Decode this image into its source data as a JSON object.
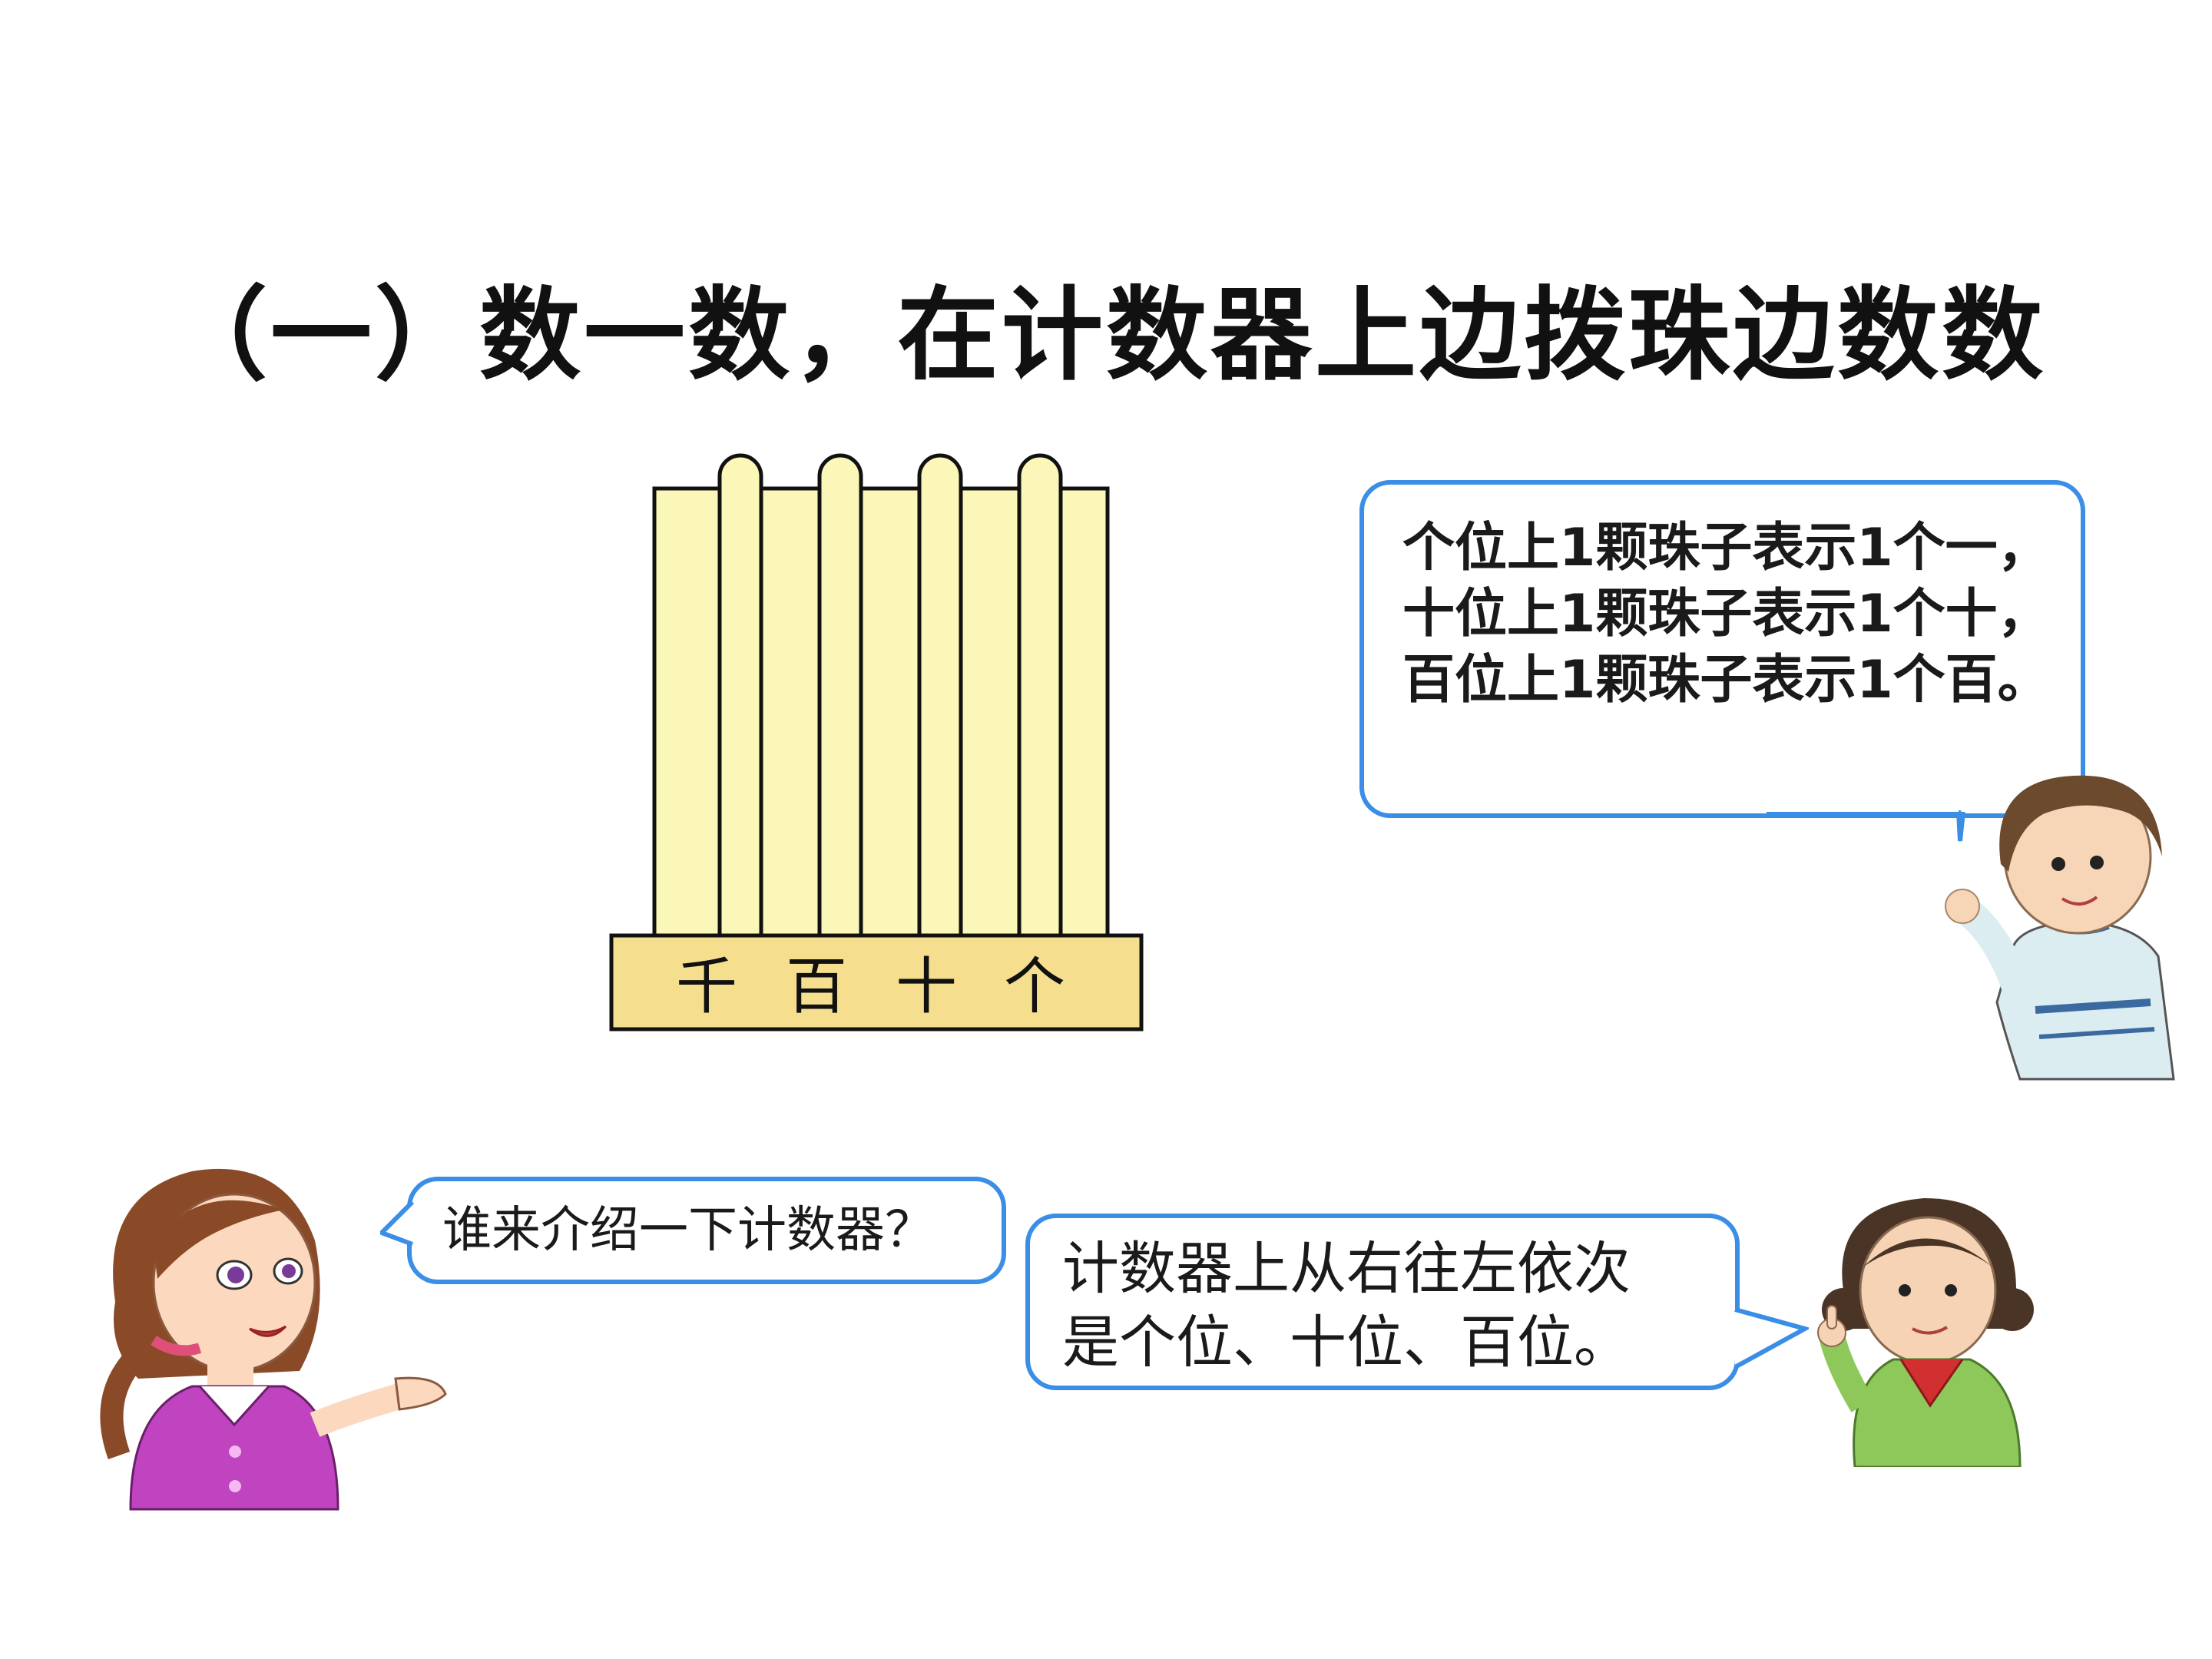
{
  "title": "（一）数一数，在计数器上边拨珠边数数",
  "abacus": {
    "place_labels": [
      "千",
      "百",
      "十",
      "个"
    ],
    "frame_color": "#fbf7b8",
    "base_color": "#f5df8e"
  },
  "boy_speech": {
    "lines": [
      "个位上1颗珠子表示1个一，",
      "十位上1颗珠子表示1个十，",
      "百位上1颗珠子表示1个百。"
    ]
  },
  "teacher_speech": {
    "text": "谁来介绍一下计数器？"
  },
  "girl_speech": {
    "lines": [
      "计数器上从右往左依次",
      "是个位、十位、百位。"
    ]
  },
  "colors": {
    "bubble_border": "#3a8ee6",
    "teacher_shirt": "#c043c0",
    "boy_shirt": "#dcedf2",
    "girl_jacket": "#8fc85a"
  },
  "icons": {
    "teacher": "teacher-illustration",
    "boy": "boy-illustration",
    "girl": "girl-illustration"
  }
}
